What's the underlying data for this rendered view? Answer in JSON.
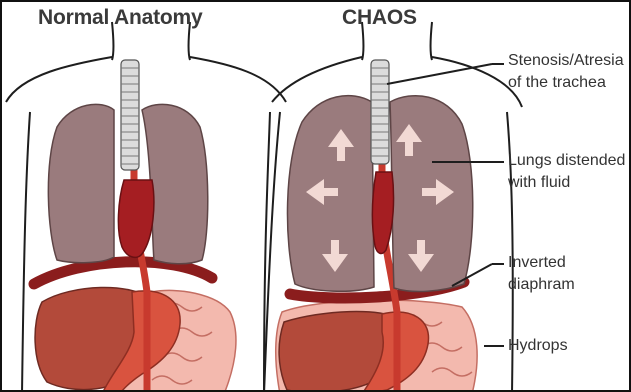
{
  "titles": {
    "normal": "Normal Anatomy",
    "chaos": "CHAOS"
  },
  "labels": [
    {
      "line1": "Stenosis/Atresia",
      "line2": "of the trachea"
    },
    {
      "line1": "Lungs distended",
      "line2": "with fluid"
    },
    {
      "line1": "Inverted",
      "line2": "diaphram"
    },
    {
      "line1": "Hydrops",
      "line2": ""
    }
  ],
  "colors": {
    "outline": "#1e1e1e",
    "lung": "#9a7b7d",
    "lung_shadow": "#7e6365",
    "trachea": "#dcdcdc",
    "heart": "#a51e22",
    "aorta": "#c83a2e",
    "diaphragm": "#8b1d1d",
    "liver": "#b34a3a",
    "stomach": "#d9533f",
    "intestine": "#f3b9ae",
    "arrow": "#f2d9d4"
  }
}
